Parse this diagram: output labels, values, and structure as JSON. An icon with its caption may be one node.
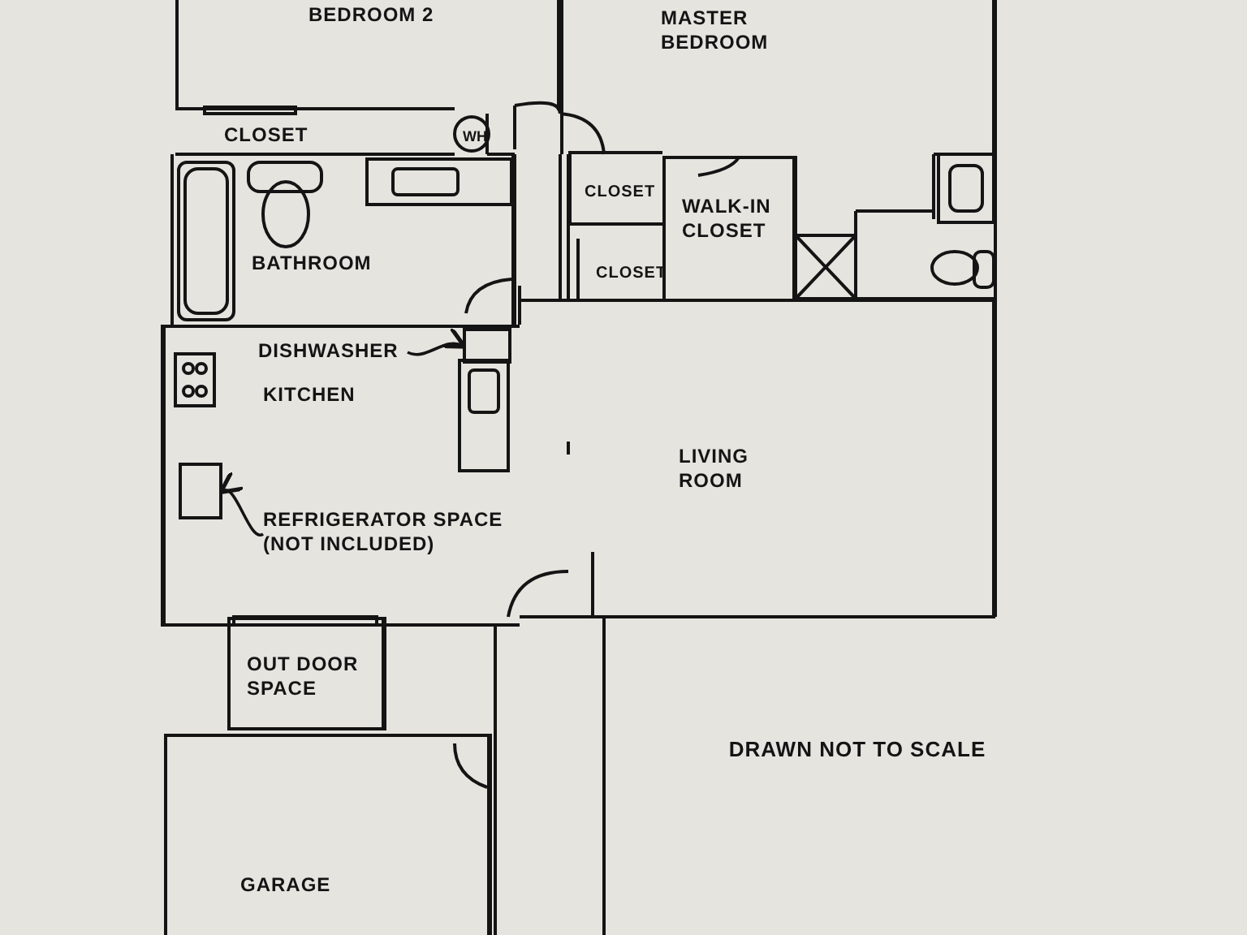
{
  "diagram": {
    "nodes": [
      {
        "text": [
          "BEDROOM 2"
        ]
      },
      {
        "text": [
          "MASTER BEDROOM"
        ]
      },
      {
        "text": [
          "CLOSET"
        ]
      },
      {
        "text": [
          "WH"
        ]
      },
      {
        "text": [
          "CLOSET"
        ]
      },
      {
        "text": [
          "CLOSET"
        ]
      },
      {
        "text": [
          "WALK-IN CLOSET"
        ]
      },
      {
        "text": [
          "BATHROOM"
        ]
      },
      {
        "text": [
          "KITCHEN"
        ]
      },
      {
        "text": [
          "DISHWASHER"
        ],
        "in": 8
      },
      {
        "text": [],
        "shape": "box",
        "in": 8
      },
      {
        "text": [
          "REFRIGERATOR SPACE (NOT INCLUDED)"
        ],
        "in": 8
      },
      {
        "text": [],
        "shape": "box",
        "in": 8
      },
      {
        "text": [
          "LIVING ROOM"
        ]
      },
      {
        "text": [
          "OUT DOOR SPACE"
        ]
      },
      {
        "text": [
          "GARAGE"
        ]
      }
    ],
    "edges": [
      {
        "from": 9,
        "to": 10,
        "arrow": "to"
      },
      {
        "from": 11,
        "to": 12,
        "arrow": "to"
      }
    ],
    "labels": [
      "DRAWN NOT TO SCALE"
    ]
  }
}
